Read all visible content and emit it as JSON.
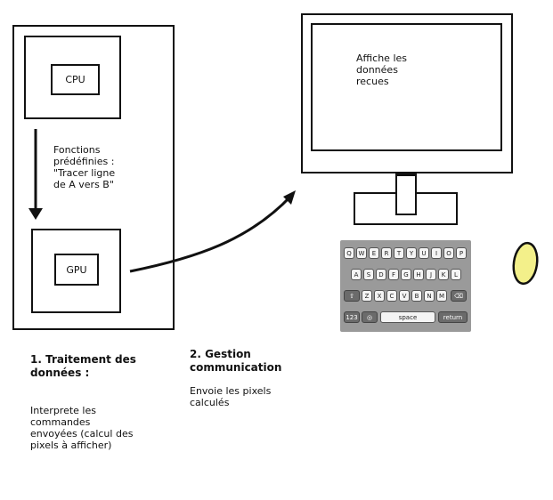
{
  "computer": {
    "cpu_label": "CPU",
    "gpu_label": "GPU",
    "arrow_annotation": "Fonctions\nprédéfinies :\n\"Tracer ligne\nde A vers B\""
  },
  "monitor": {
    "screen_text": "Affiche les\ndonnées\nrecues"
  },
  "keyboard": {
    "row1": [
      "Q",
      "W",
      "E",
      "R",
      "T",
      "Y",
      "U",
      "I",
      "O",
      "P"
    ],
    "row2": [
      "A",
      "S",
      "D",
      "F",
      "G",
      "H",
      "J",
      "K",
      "L"
    ],
    "row3": [
      "Z",
      "X",
      "C",
      "V",
      "B",
      "N",
      "M"
    ],
    "num_key": "123",
    "space_key": "space",
    "return_key": "return"
  },
  "step1": {
    "title": "1. Traitement des\ndonnées :",
    "body": "Interprete les\ncommandes\nenvoyées (calcul des\npixels à afficher)"
  },
  "step2": {
    "title": "2. Gestion\ncommunication",
    "body": "Envoie les pixels\ncalculés"
  },
  "colors": {
    "mouse_fill": "#f3f08a",
    "keyboard_bg": "#9a9a9a"
  }
}
